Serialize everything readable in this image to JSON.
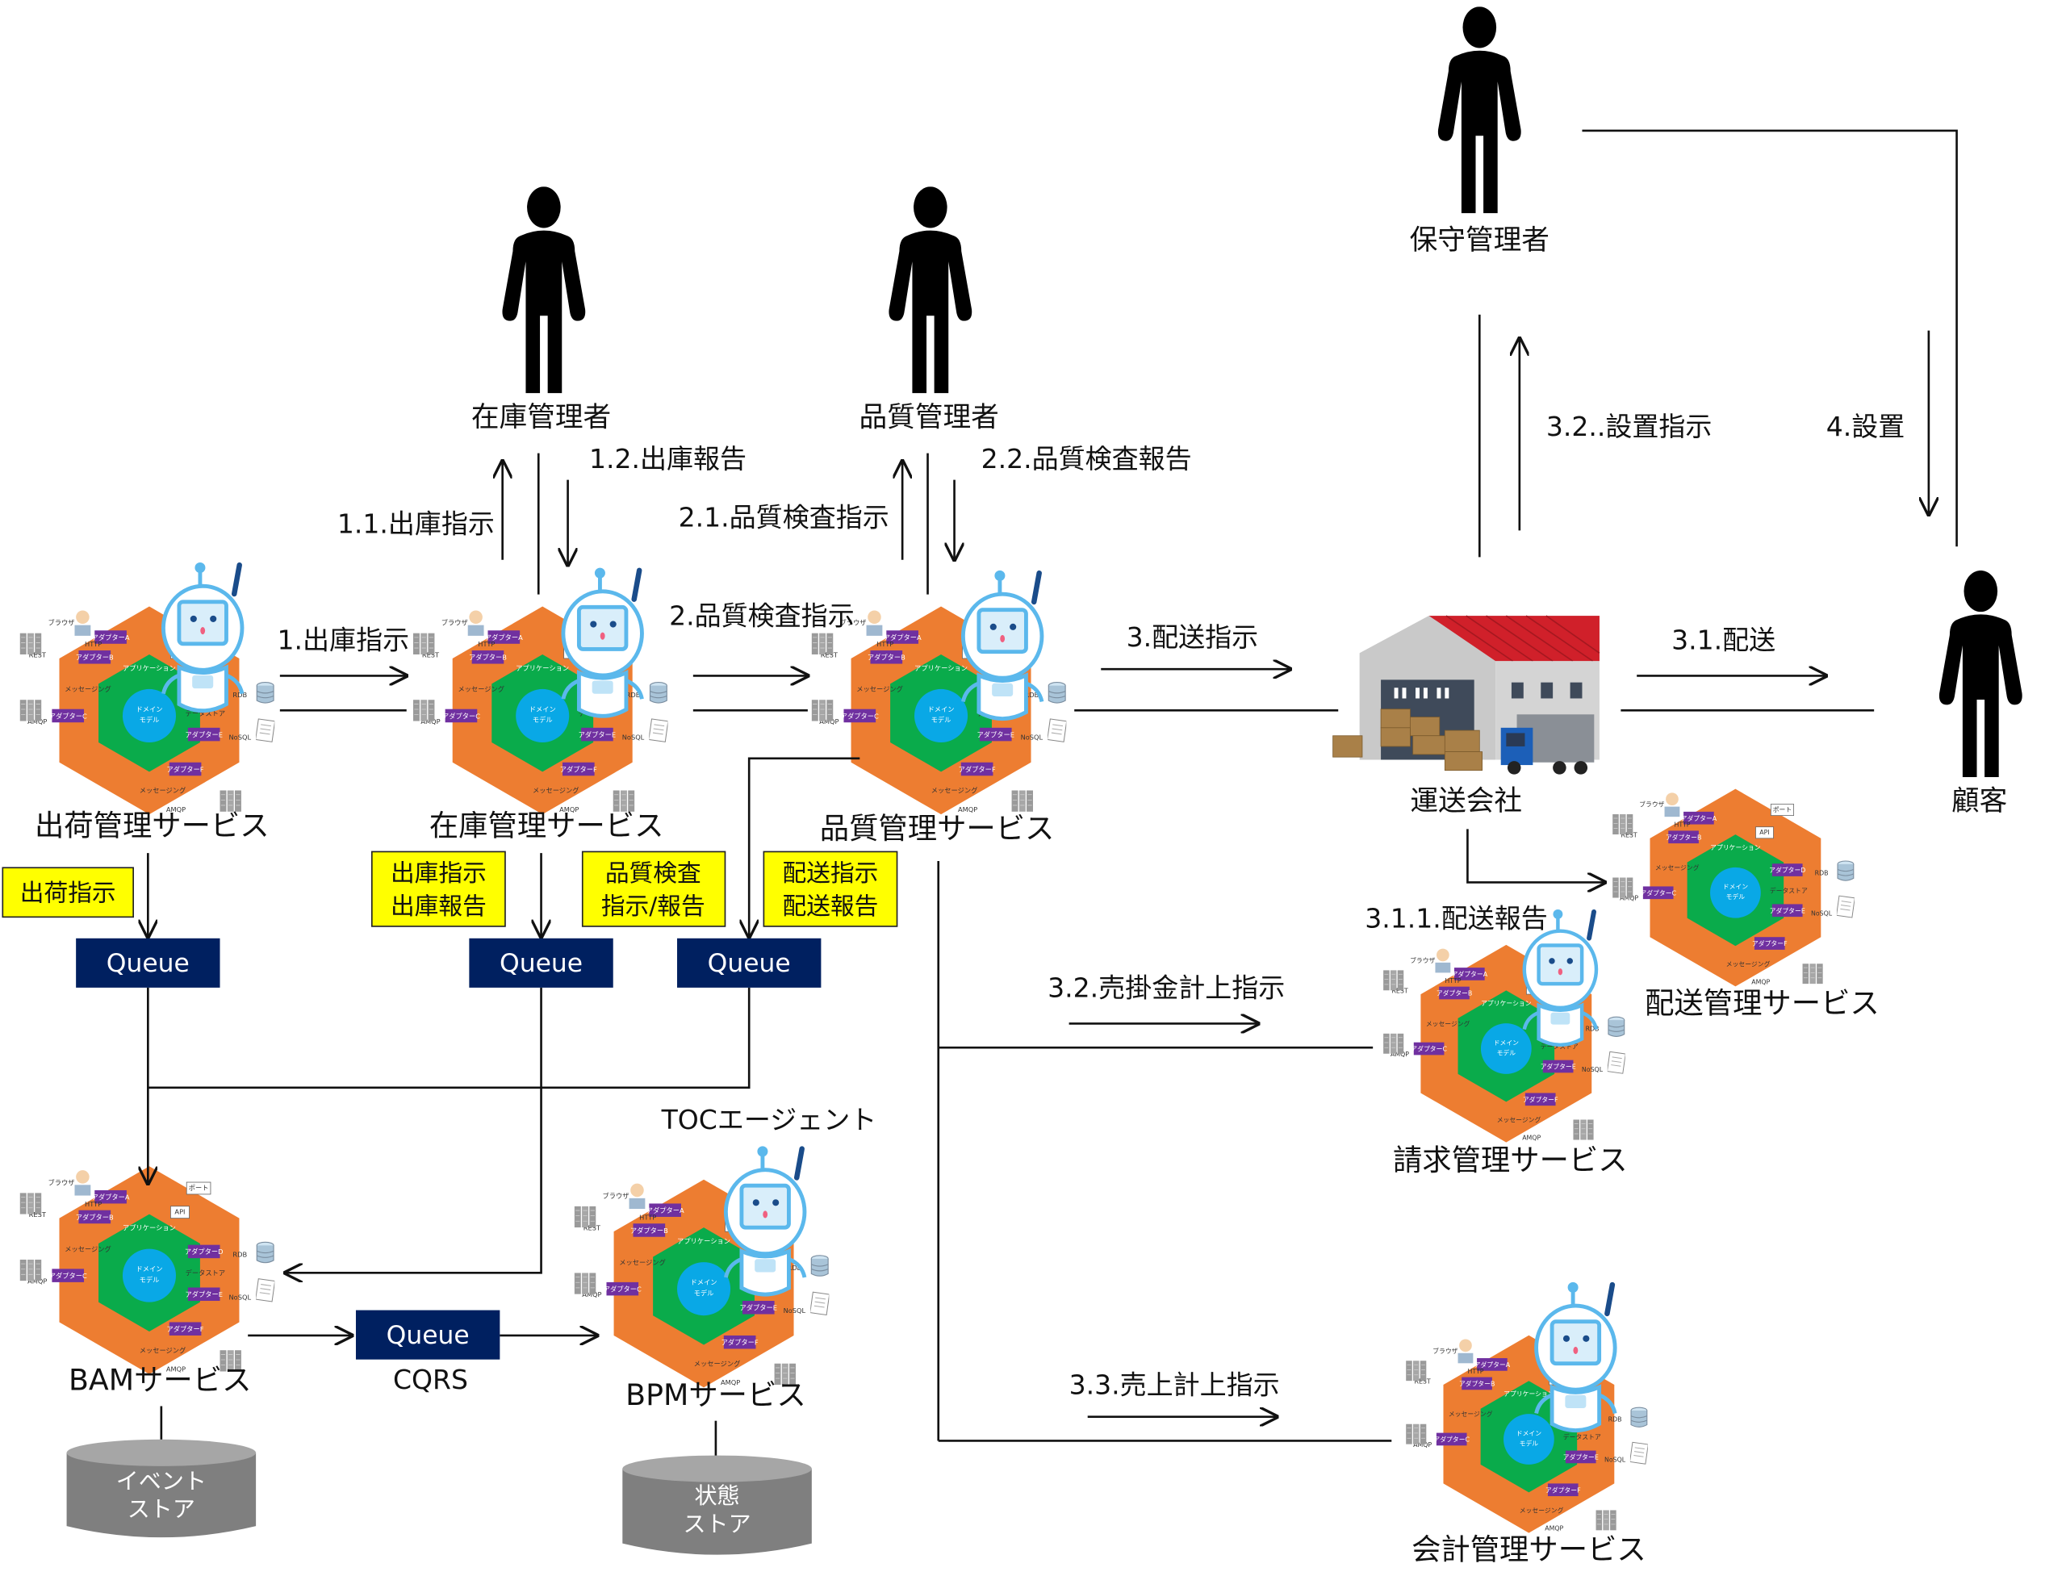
{
  "actors": {
    "stock_manager": "在庫管理者",
    "quality_manager": "品質管理者",
    "maintenance_manager": "保守管理者",
    "customer": "顧客",
    "carrier": "運送会社"
  },
  "services": {
    "shipping": "出荷管理サービス",
    "inventory": "在庫管理サービス",
    "quality": "品質管理サービス",
    "delivery": "配送管理サービス",
    "billing": "請求管理サービス",
    "accounting": "会計管理サービス",
    "bam": "BAMサービス",
    "bpm": "BPMサービス"
  },
  "agent_label": "TOCエージェント",
  "arrows": {
    "a1": "1.出庫指示",
    "a1_1": "1.1.出庫指示",
    "a1_2": "1.2.出庫報告",
    "a2": "2.品質検査指示",
    "a2_1": "2.1.品質検査指示",
    "a2_2": "2.2.品質検査報告",
    "a3": "3.配送指示",
    "a3_1": "3.1.配送",
    "a3_1_1": "3.1.1.配送報告",
    "a3_2_install": "3.2..設置指示",
    "a3_2_ar": "3.2.売掛金計上指示",
    "a3_3": "3.3.売上計上指示",
    "a4": "4.設置"
  },
  "event_labels": {
    "shipping": [
      "出荷指示"
    ],
    "inventory": [
      "出庫指示",
      "出庫報告"
    ],
    "quality": [
      "品質検査",
      "指示/報告"
    ],
    "delivery": [
      "配送指示",
      "配送報告"
    ]
  },
  "queue_label": "Queue",
  "cqrs_label": "CQRS",
  "stores": {
    "event_store": [
      "イベント",
      "ストア"
    ],
    "state_store": [
      "状態",
      "ストア"
    ]
  },
  "hexagon": {
    "domain_model": [
      "ドメイン",
      "モデル"
    ],
    "application": "アプリケーション",
    "adapters": [
      "アダプターA",
      "アダプターB",
      "アダプターC",
      "アダプターD",
      "アダプターE",
      "アダプターF"
    ],
    "messaging": "メッセージング",
    "datastore": "データストア",
    "http": "HTTP",
    "rest": "REST",
    "amqp": "AMQP",
    "rdb": "RDB",
    "nosql": "NoSQL",
    "browser": "ブラウザ",
    "api": "API",
    "port": "ポート"
  },
  "colors": {
    "hex_outer": "#ED7D31",
    "hex_inner": "#0AAB4B",
    "domain": "#09A8E6",
    "adapter": "#7030A0",
    "queue": "#002060",
    "note": "#FFFF00",
    "store": "#808080",
    "robot": "#5BB8EC"
  }
}
